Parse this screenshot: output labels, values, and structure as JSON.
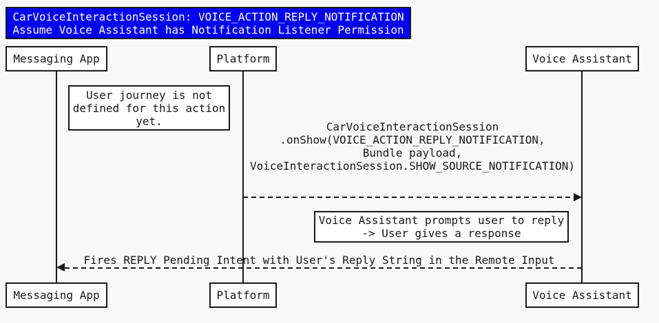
{
  "title": {
    "line1": "CarVoiceInteractionSession: VOICE_ACTION_REPLY_NOTIFICATION",
    "line2": "Assume Voice Assistant has Notification Listener Permission"
  },
  "actors": {
    "messaging_app": "Messaging App",
    "platform": "Platform",
    "voice_assistant": "Voice Assistant"
  },
  "notes": {
    "user_journey": {
      "lines": [
        "User journey is not",
        "defined for this action",
        "yet."
      ]
    },
    "va_prompts": {
      "lines": [
        "Voice Assistant prompts user to reply",
        "-> User gives a response"
      ]
    }
  },
  "messages": {
    "onshow": {
      "from": "Platform",
      "to": "Voice Assistant",
      "arrow_style": "dashed",
      "lines": [
        "CarVoiceInteractionSession",
        ".onShow(VOICE_ACTION_REPLY_NOTIFICATION,",
        "Bundle payload,",
        "VoiceInteractionSession.SHOW_SOURCE_NOTIFICATION)"
      ]
    },
    "reply": {
      "from": "Voice Assistant",
      "to": "Messaging App",
      "arrow_style": "dashed",
      "label": "Fires REPLY Pending Intent with User's Reply String in the Remote Input"
    }
  },
  "colors": {
    "background": "#F8F8F8",
    "line": "#181818",
    "box_background": "#FEFEFE",
    "title_background": "#0000EE",
    "title_text": "#FFFFFF"
  }
}
